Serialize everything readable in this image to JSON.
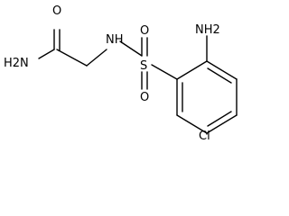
{
  "molecule": {
    "atoms": {
      "amide_o": "O",
      "amide_n": "H2N",
      "sulfonamide_n": "NH",
      "sulfur": "S",
      "sulfonyl_o_top": "O",
      "sulfonyl_o_bottom": "O",
      "amino_n": "NH2",
      "chlorine": "Cl"
    }
  }
}
